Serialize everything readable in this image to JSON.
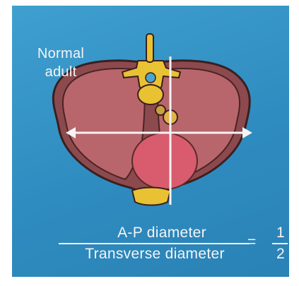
{
  "labels": {
    "line1": "Normal",
    "line2": "adult"
  },
  "ratio": {
    "numerator": "A-P diameter",
    "denominator": "Transverse diameter",
    "equals": "=",
    "value_numerator": "1",
    "value_denominator": "2"
  },
  "colors": {
    "background": "#2f8cc0",
    "lung": "#b8666c",
    "heart": "#d85c6e",
    "bone": "#e9c233",
    "outline": "#3b1f1f",
    "measure_line": "#f4f4f4"
  }
}
